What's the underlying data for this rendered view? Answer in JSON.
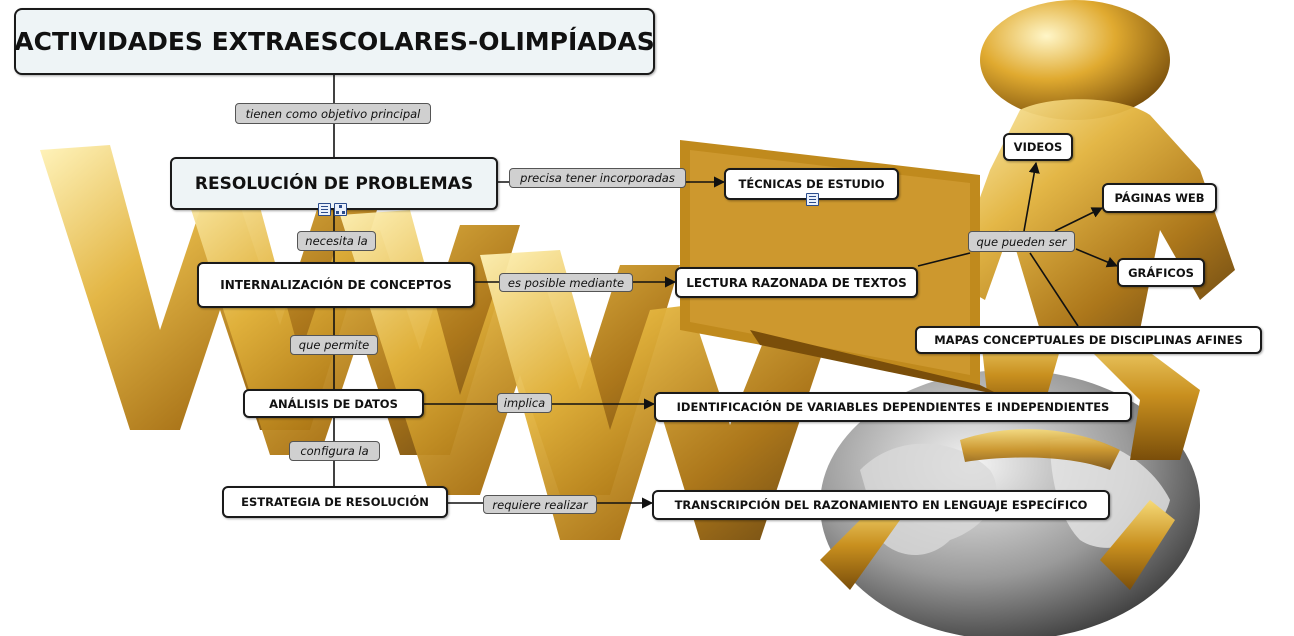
{
  "nodes": {
    "root": "ACTIVIDADES EXTRAESCOLARES-OLIMPÍADAS",
    "resolucion": "RESOLUCIÓN DE PROBLEMAS",
    "tecnicas": "TÉCNICAS DE ESTUDIO",
    "internalizacion": "INTERNALIZACIÓN DE CONCEPTOS",
    "lectura": "LECTURA RAZONADA DE TEXTOS",
    "analisis": "ANÁLISIS DE DATOS",
    "identificacion": "IDENTIFICACIÓN DE VARIABLES DEPENDIENTES E INDEPENDIENTES",
    "estrategia": "ESTRATEGIA DE RESOLUCIÓN",
    "transcripcion": "TRANSCRIPCIÓN DEL RAZONAMIENTO EN LENGUAJE ESPECÍFICO",
    "videos": "VIDEOS",
    "paginas": "PÁGINAS WEB",
    "graficos": "GRÁFICOS",
    "mapas": "MAPAS CONCEPTUALES DE DISCIPLINAS AFINES"
  },
  "links": {
    "objetivo": "tienen como objetivo principal",
    "precisa": "precisa tener incorporadas",
    "necesita": "necesita la",
    "mediante": "es posible mediante",
    "permite": "que permite",
    "implica": "implica",
    "configura": "configura la",
    "requiere": "requiere realizar",
    "pueden": "que pueden ser"
  },
  "icons": {
    "resource": "note-resource-icon",
    "submap": "submap-icon"
  },
  "colors": {
    "node_fill": "#ffffff",
    "main_node_fill": "#eef4f6",
    "link_fill": "#d0d0d0",
    "border": "#1a1a1a",
    "gold": "#c9961e"
  }
}
